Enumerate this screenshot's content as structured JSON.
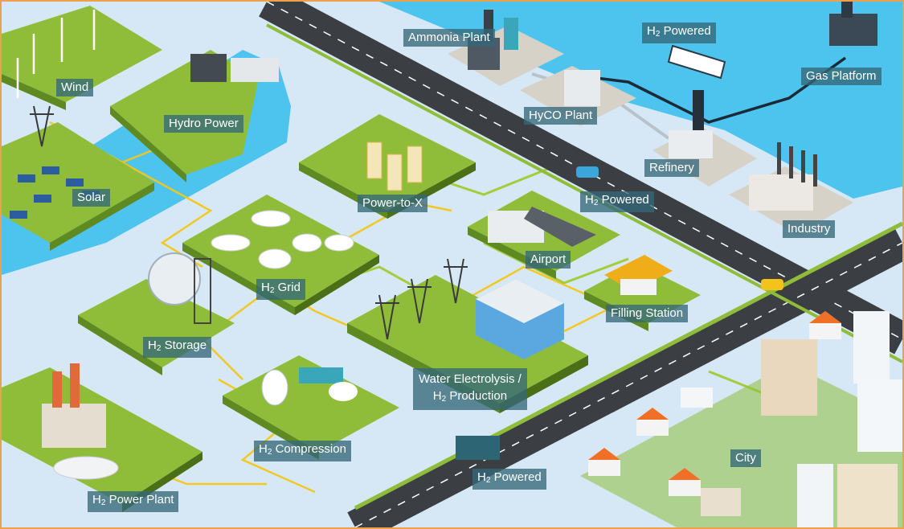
{
  "labels": {
    "wind": "Wind",
    "hydro": "Hydro Power",
    "solar": "Solar",
    "ammonia": "Ammonia Plant",
    "hyco": "HyCO Plant",
    "ship": {
      "pre": "H",
      "sub": "2",
      "post": " Powered"
    },
    "gas": "Gas Platform",
    "refinery": "Refinery",
    "industry": "Industry",
    "ptx": "Power-to-X",
    "car": {
      "pre": "H",
      "sub": "2",
      "post": " Powered"
    },
    "airport": "Airport",
    "grid": {
      "pre": "H",
      "sub": "2",
      "post": " Grid"
    },
    "filling": "Filling Station",
    "storage": {
      "pre": "H",
      "sub": "2",
      "post": " Storage"
    },
    "electrolysis": {
      "line1": "Water Electrolysis /",
      "pre": "H",
      "sub": "2",
      "post": " Production"
    },
    "compression": {
      "pre": "H",
      "sub": "2",
      "post": " Compression"
    },
    "truck": {
      "pre": "H",
      "sub": "2",
      "post": " Powered"
    },
    "city": "City",
    "powerplant": {
      "pre": "H",
      "sub": "2",
      "post": " Power Plant"
    }
  },
  "colors": {
    "water": "#4cc4ee",
    "ground": "#d6e8f5",
    "grass": "#8fbd3a",
    "grass_side": "#5f8a22",
    "road": "#3b3f44",
    "h2_line": "#f5c71a",
    "flow_line": "#a4cc3c",
    "pipeline": "#1c2a38",
    "label_bg": "#346878",
    "frame": "#f0a04a"
  }
}
